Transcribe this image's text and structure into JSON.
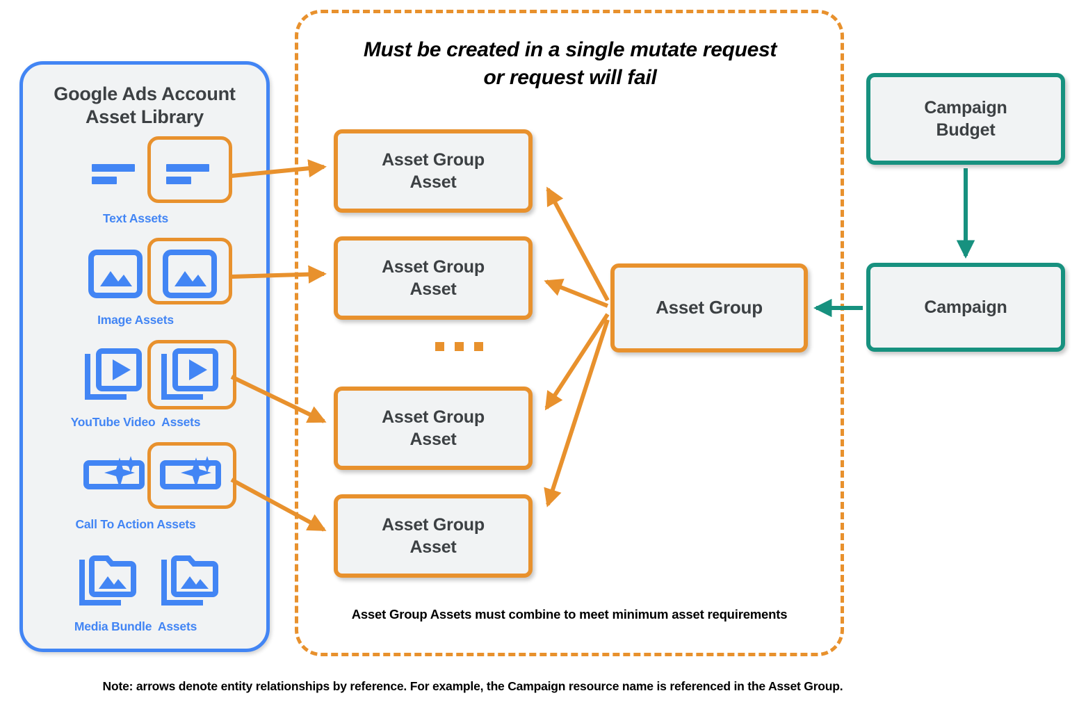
{
  "colors": {
    "orange": "#e8912d",
    "teal": "#17917f",
    "blue": "#4285f4",
    "box_fill": "#f1f3f4",
    "text_dark": "#3c4043",
    "text_black": "#000000"
  },
  "library": {
    "title_line1": "Google Ads Account",
    "title_line2": "Asset Library",
    "rows": [
      {
        "id": "text",
        "label": "Text Assets",
        "icon": "text-asset-icon"
      },
      {
        "id": "image",
        "label": "Image Assets",
        "icon": "image-asset-icon"
      },
      {
        "id": "video",
        "label": "YouTube Video  Assets",
        "icon": "youtube-video-asset-icon"
      },
      {
        "id": "cta",
        "label": "Call To Action Assets",
        "icon": "call-to-action-asset-icon"
      },
      {
        "id": "bundle",
        "label": "Media Bundle  Assets",
        "icon": "media-bundle-asset-icon"
      }
    ]
  },
  "mutate": {
    "header_line1": "Must be created in a single mutate request",
    "header_line2": "or request will fail",
    "footer": "Asset Group Assets must combine to meet minimum asset requirements",
    "ellipsis": "..."
  },
  "nodes": {
    "asset_group_asset_1": "Asset Group\nAsset",
    "asset_group_asset_2": "Asset Group\nAsset",
    "asset_group_asset_3": "Asset Group\nAsset",
    "asset_group_asset_4": "Asset Group\nAsset",
    "asset_group": "Asset Group",
    "campaign_budget": "Campaign\nBudget",
    "campaign": "Campaign"
  },
  "note": "Note: arrows denote entity relationships by reference. For example, the Campaign resource name is referenced in the Asset Group."
}
